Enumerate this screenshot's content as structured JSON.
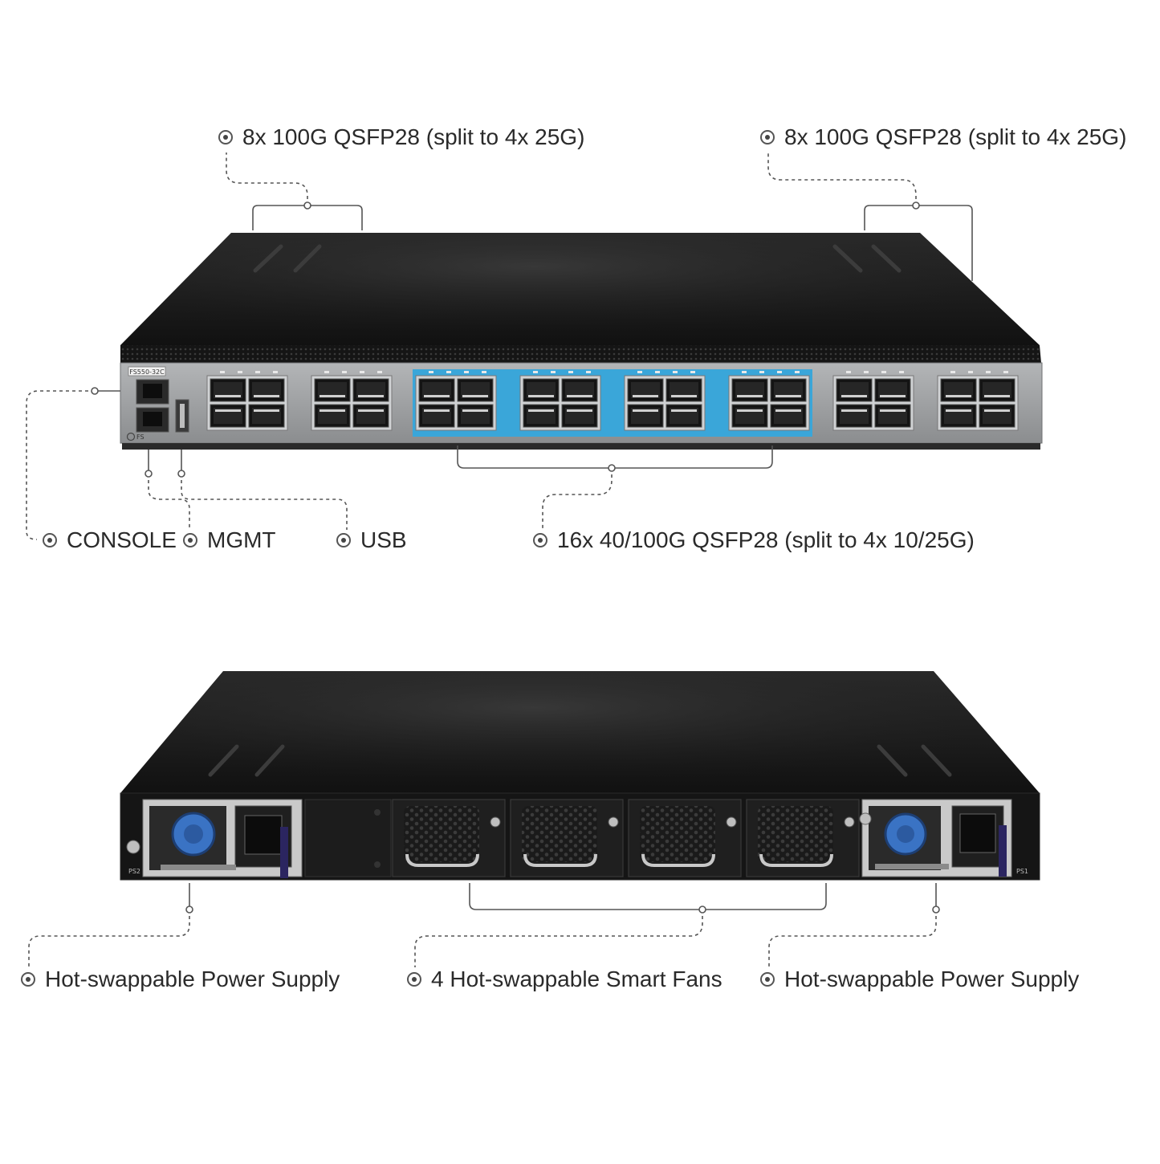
{
  "front_panel": {
    "model_label": "FS550-32C",
    "brand_label": "FS"
  },
  "rear_panel": {
    "psu_left_label": "PS2",
    "psu_right_label": "PS1"
  },
  "callouts": {
    "top_left_ports": "8x 100G QSFP28 (split to 4x 25G)",
    "top_right_ports": "8x 100G QSFP28 (split to 4x 25G)",
    "console": "CONSOLE",
    "mgmt": "MGMT",
    "usb": "USB",
    "middle_ports": "16x 40/100G QSFP28 (split to 4x 10/25G)",
    "psu_left": "Hot-swappable Power Supply",
    "fans": "4 Hot-swappable Smart Fans",
    "psu_right": "Hot-swappable Power Supply"
  },
  "colors": {
    "chassis": "#1e1e1e",
    "faceplate": "#9a9c9e",
    "highlight_ports": "#3aa6d9",
    "leader_line": "#555555"
  }
}
